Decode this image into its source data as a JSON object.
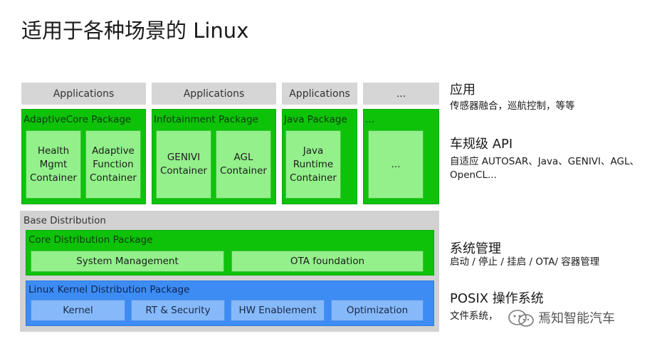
{
  "title": "适用于各种场景的 Linux",
  "apps": [
    "Applications",
    "Applications",
    "Applications",
    "..."
  ],
  "packages": [
    {
      "label": "AdaptiveCore Package",
      "containers": [
        "Health\nMgmt\nContainer",
        "Adaptive\nFunction\nContainer"
      ]
    },
    {
      "label": "Infotainment Package",
      "containers": [
        "GENIVI\nContainer",
        "AGL\nContainer"
      ]
    },
    {
      "label": "Java Package",
      "containers": [
        "Java\nRuntime\nContainer"
      ]
    },
    {
      "label": "...",
      "containers": [
        "..."
      ]
    }
  ],
  "base": {
    "label": "Base Distribution",
    "core": {
      "label": "Core Distribution Package",
      "items": [
        "System Management",
        "OTA foundation"
      ]
    },
    "kernel": {
      "label": "Linux Kernel Distribution Package",
      "items": [
        "Kernel",
        "RT & Security",
        "HW Enablement",
        "Optimization"
      ]
    }
  },
  "side": [
    {
      "heading": "应用",
      "desc": "传感器融合，巡航控制，等等"
    },
    {
      "heading": "车规级 API",
      "desc": "自适应 AUTOSAR、Java、GENIVI、AGL、\nOpenCL..."
    },
    {
      "heading": "系统管理",
      "desc": "启动 / 停止 / 挂启 / OTA/ 容器管理"
    },
    {
      "heading": "POSIX 操作系统",
      "desc": "文件系统，"
    }
  ],
  "watermark": "焉知智能汽车",
  "colors": {
    "app": "#d6d6d6",
    "package": "#0ec20a",
    "container": "#93f08b",
    "base": "#d2d2d2",
    "kernel": "#3d8cf4",
    "kernel_item": "#86b9fa"
  }
}
